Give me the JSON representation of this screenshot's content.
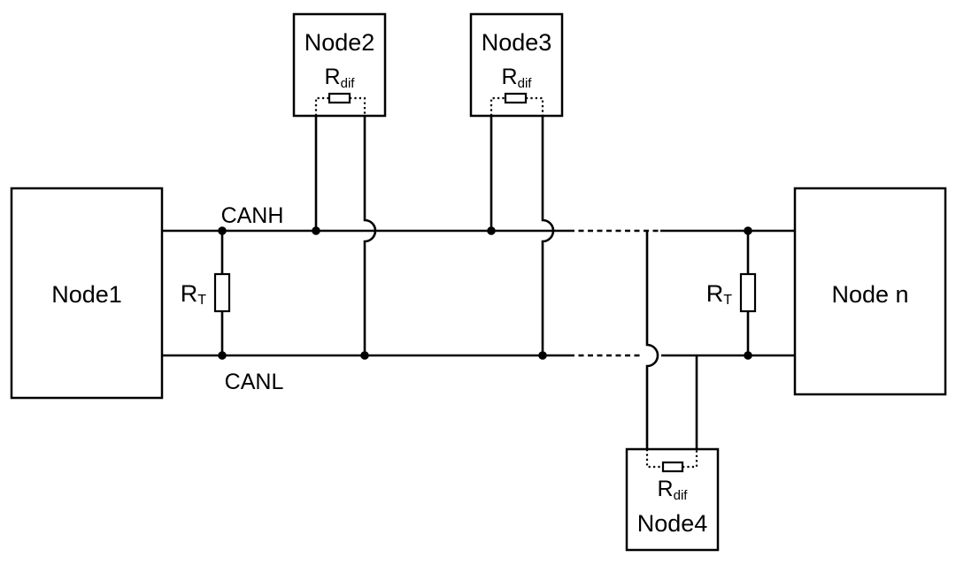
{
  "bus": {
    "canh_label": "CANH",
    "canl_label": "CANL"
  },
  "nodes": {
    "node1": {
      "label": "Node1"
    },
    "node2": {
      "label": "Node2",
      "resistor_base": "R",
      "resistor_sub": "dif"
    },
    "node3": {
      "label": "Node3",
      "resistor_base": "R",
      "resistor_sub": "dif"
    },
    "node4": {
      "label": "Node4",
      "resistor_base": "R",
      "resistor_sub": "dif"
    },
    "node_n": {
      "label": "Node n"
    }
  },
  "termination_resistors": {
    "left": {
      "base": "R",
      "sub": "T"
    },
    "right": {
      "base": "R",
      "sub": "T"
    }
  },
  "colors": {
    "line": "#000000",
    "background": "#ffffff"
  }
}
